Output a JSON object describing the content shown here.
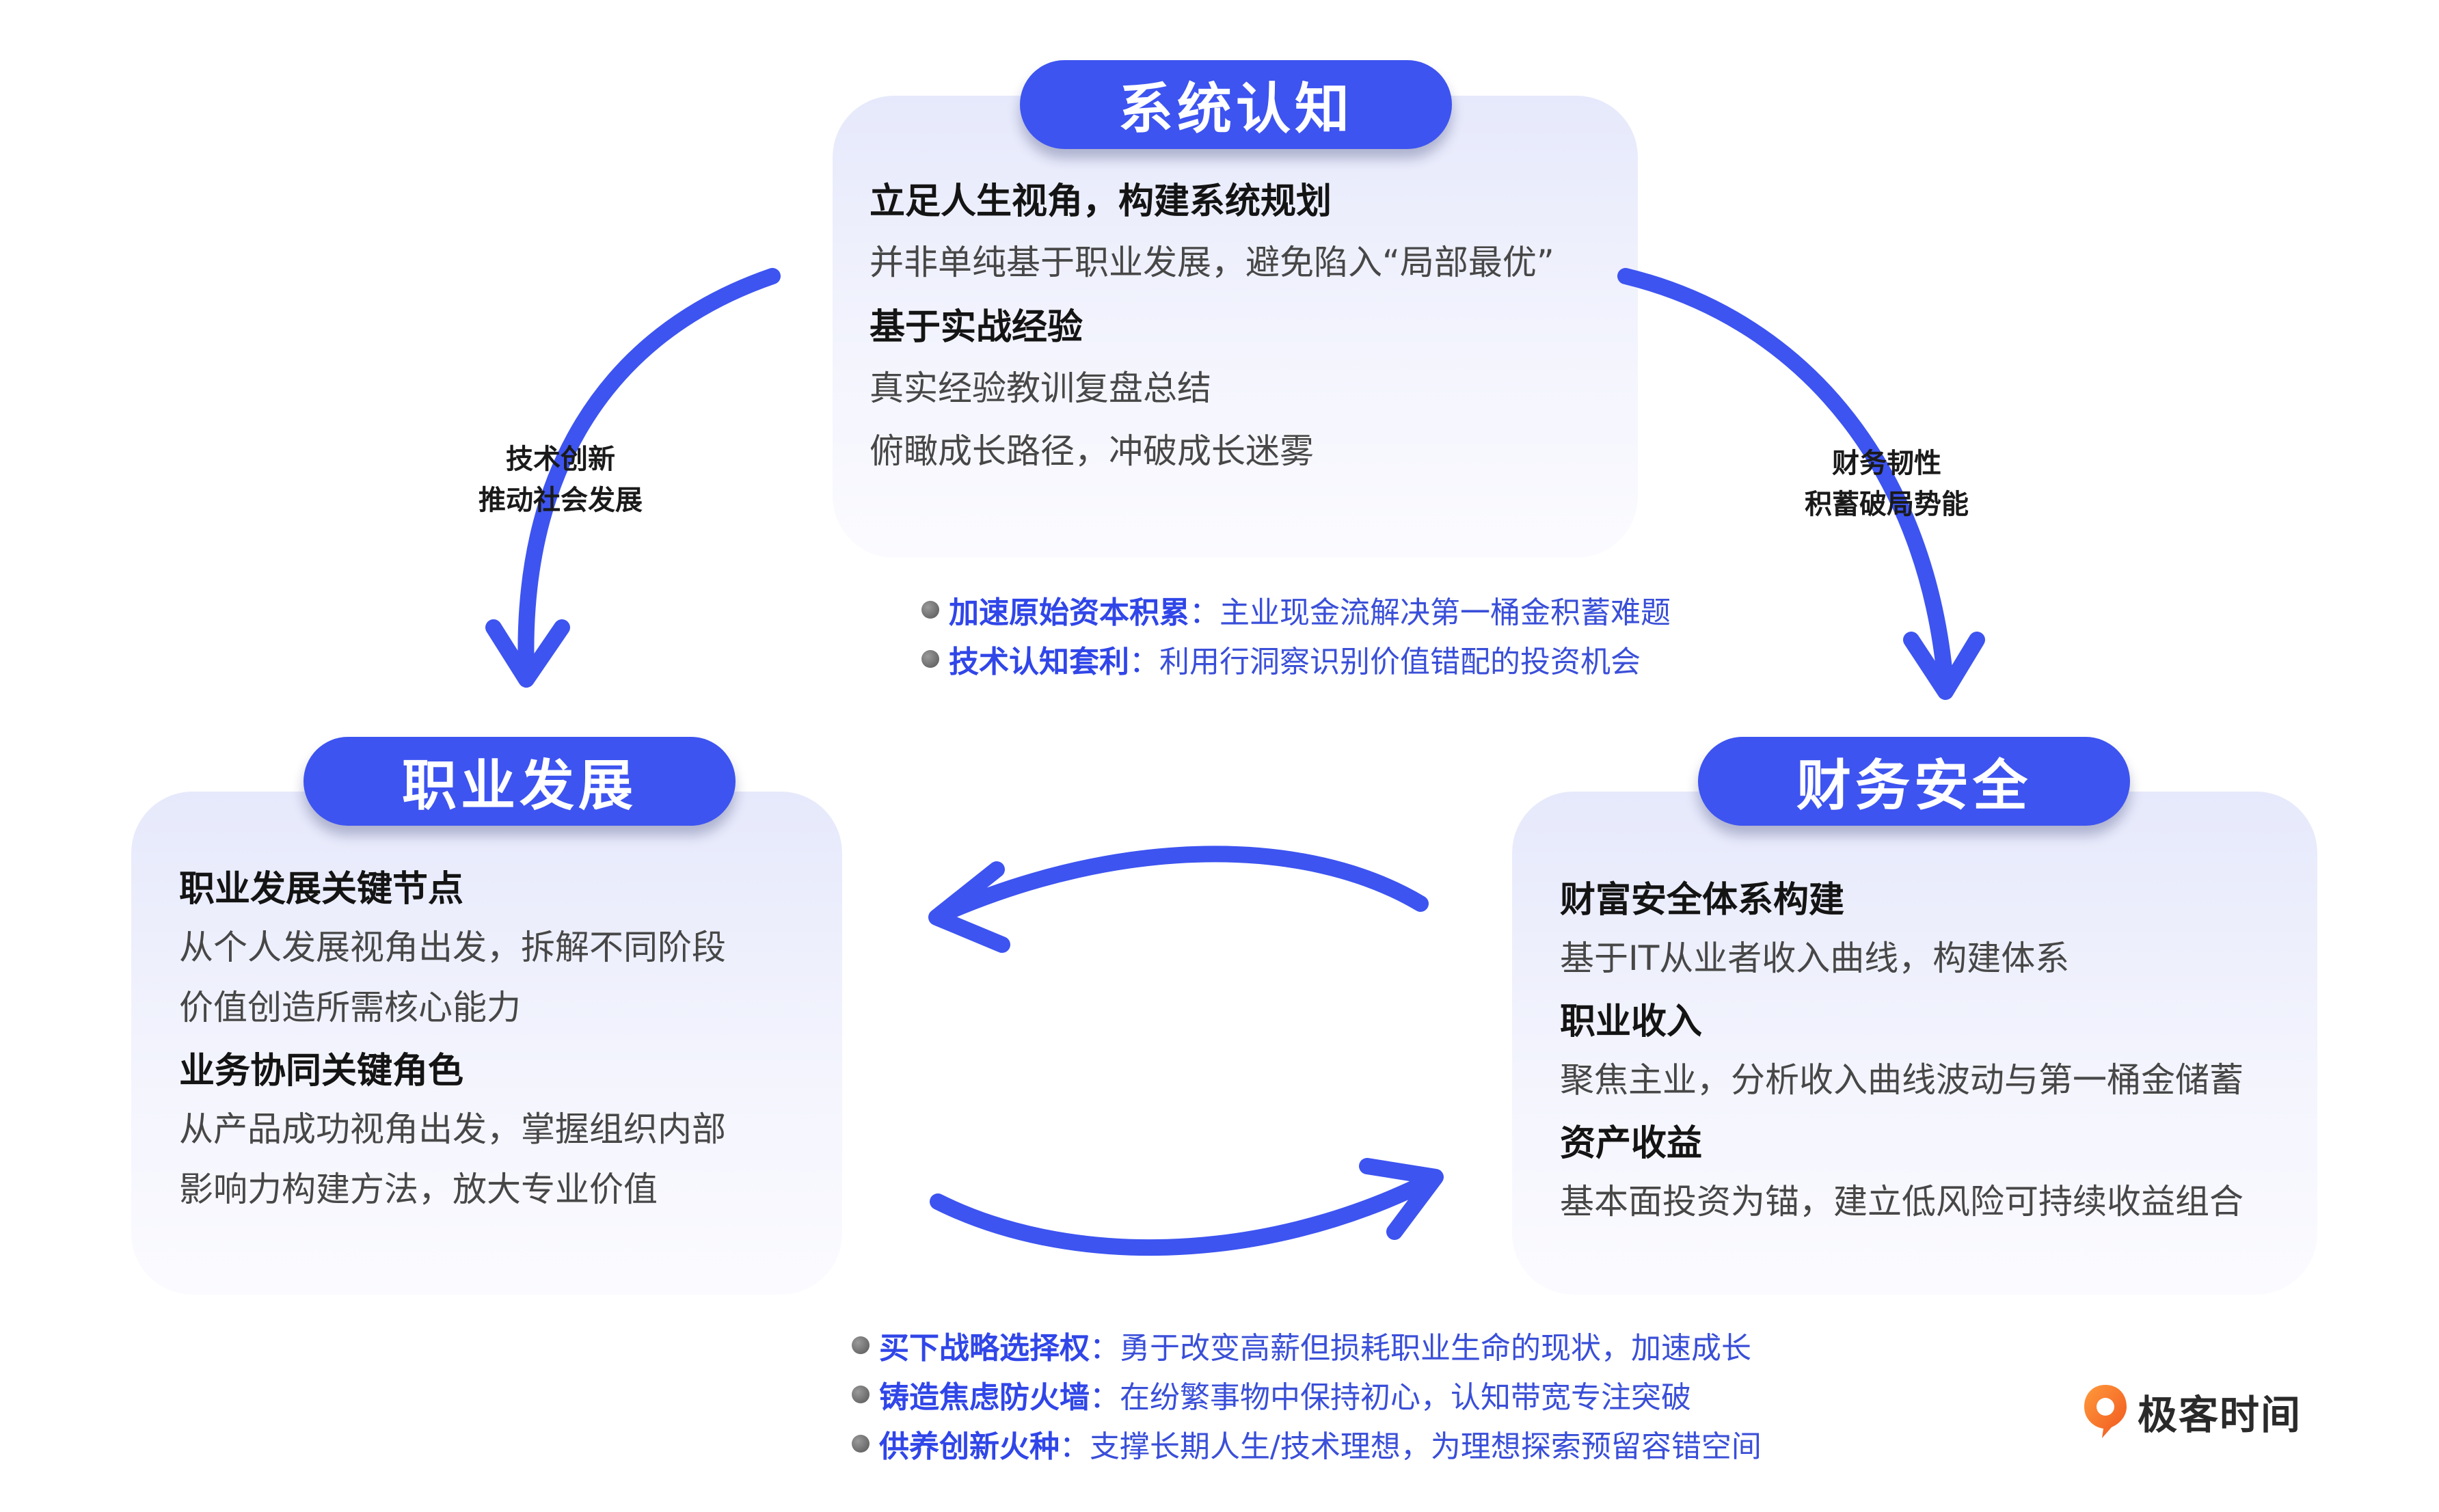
{
  "top": {
    "title": "系统认知",
    "lines": [
      {
        "text": "立足人生视角，构建系统规划",
        "bold": true
      },
      {
        "text": "并非单纯基于职业发展，避免陷入“局部最优”",
        "bold": false
      },
      {
        "text": "基于实战经验",
        "bold": true
      },
      {
        "text": "真实经验教训复盘总结",
        "bold": false
      },
      {
        "text": "俯瞰成长路径，冲破成长迷雾",
        "bold": false
      }
    ]
  },
  "left": {
    "title": "职业发展",
    "lines": [
      {
        "text": "职业发展关键节点",
        "bold": true
      },
      {
        "text": "从个人发展视角出发，拆解不同阶段",
        "bold": false
      },
      {
        "text": "价值创造所需核心能力",
        "bold": false
      },
      {
        "text": "业务协同关键角色",
        "bold": true
      },
      {
        "text": "从产品成功视角出发，掌握组织内部",
        "bold": false
      },
      {
        "text": "影响力构建方法，放大专业价值",
        "bold": false
      }
    ]
  },
  "right": {
    "title": "财务安全",
    "lines": [
      {
        "text": "财富安全体系构建",
        "bold": true
      },
      {
        "text": "基于IT从业者收入曲线，构建体系",
        "bold": false
      },
      {
        "text": "职业收入",
        "bold": true
      },
      {
        "text": "聚焦主业，分析收入曲线波动与第一桶金储蓄",
        "bold": false
      },
      {
        "text": "资产收益",
        "bold": true
      },
      {
        "text": "基本面投资为锚，建立低风险可持续收益组合",
        "bold": false
      }
    ]
  },
  "arrow_labels": {
    "left": [
      "技术创新",
      "推动社会发展"
    ],
    "right": [
      "财务韧性",
      "积蓄破局势能"
    ]
  },
  "notes_middle": [
    {
      "title": "加速原始资本积累",
      "sep": "：",
      "desc": "主业现金流解决第一桶金积蓄难题"
    },
    {
      "title": "技术认知套利",
      "sep": "：",
      "desc": "利用行洞察识别价值错配的投资机会"
    }
  ],
  "notes_bottom": [
    {
      "title": "买下战略选择权",
      "sep": "：",
      "desc": "勇于改变高薪但损耗职业生命的现状，加速成长"
    },
    {
      "title": "铸造焦虑防火墙",
      "sep": "：",
      "desc": "在纷繁事物中保持初心，认知带宽专注突破"
    },
    {
      "title": "供养创新火种",
      "sep": "：",
      "desc": "支撑长期人生/技术理想，为理想探索预留容错空间"
    }
  ],
  "logo": {
    "text": "极客时间",
    "icon": "geektime-logo-icon"
  },
  "colors": {
    "accent": "#3d54f0",
    "note_text": "#3046e8"
  }
}
